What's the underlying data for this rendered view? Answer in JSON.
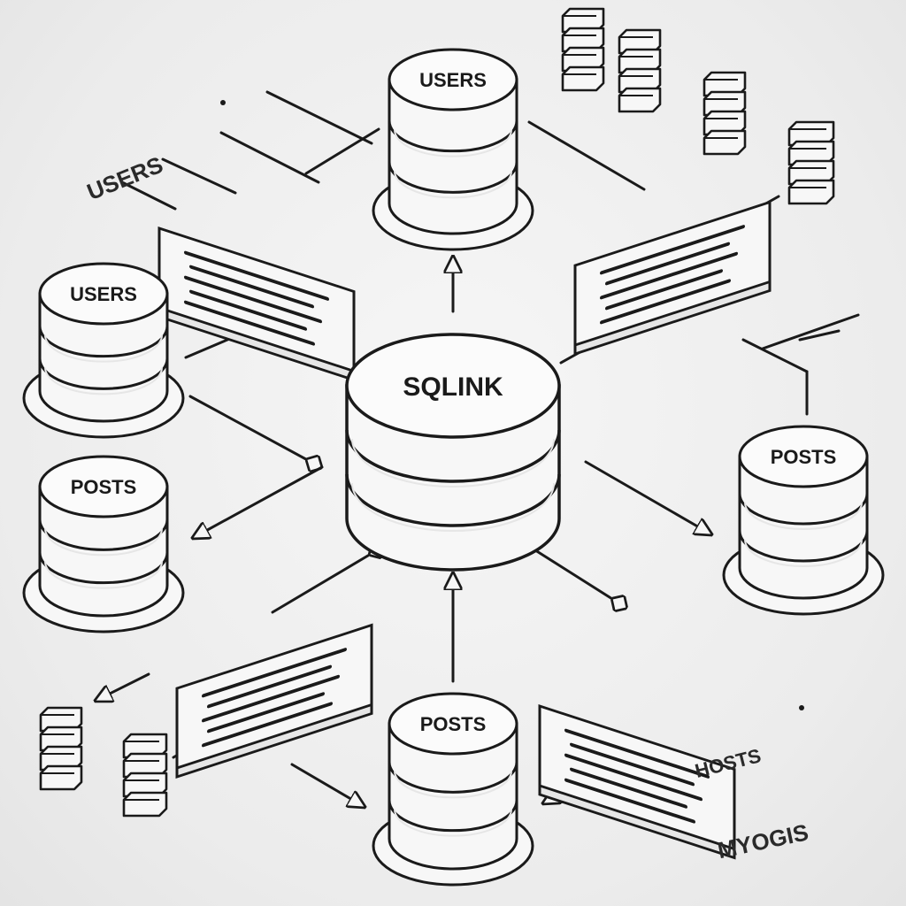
{
  "colors": {
    "ink": "#1a1a1a",
    "fill": "#f7f7f7",
    "shade": "#e6e6e6",
    "background": "#ededed"
  },
  "center": {
    "label": "SQLINK",
    "icon": "database-icon"
  },
  "databases": [
    {
      "id": "top",
      "label": "USERS",
      "icon": "database-icon"
    },
    {
      "id": "left-upper",
      "label": "USERS",
      "icon": "database-icon"
    },
    {
      "id": "left-lower",
      "label": "POSTS",
      "icon": "database-icon"
    },
    {
      "id": "right",
      "label": "POSTS",
      "icon": "database-icon"
    },
    {
      "id": "bottom",
      "label": "POSTS",
      "icon": "database-icon"
    }
  ],
  "documents": [
    {
      "id": "doc-upper-left",
      "icon": "document-icon"
    },
    {
      "id": "doc-upper-right",
      "icon": "document-icon"
    },
    {
      "id": "doc-lower-left",
      "icon": "document-icon"
    },
    {
      "id": "doc-lower-right",
      "icon": "document-icon"
    }
  ],
  "free_labels": {
    "users_top_left": "USERS",
    "hosts_bottom_right": "HOSTS",
    "mydbs_bottom_right": "MYOGIS"
  },
  "server_stacks": [
    {
      "id": "stack-top-1",
      "icon": "server-stack-icon"
    },
    {
      "id": "stack-top-2",
      "icon": "server-stack-icon"
    },
    {
      "id": "stack-top-3",
      "icon": "server-stack-icon"
    },
    {
      "id": "stack-top-4",
      "icon": "server-stack-icon"
    },
    {
      "id": "stack-bottom-1",
      "icon": "server-stack-icon"
    },
    {
      "id": "stack-bottom-2",
      "icon": "server-stack-icon"
    }
  ]
}
